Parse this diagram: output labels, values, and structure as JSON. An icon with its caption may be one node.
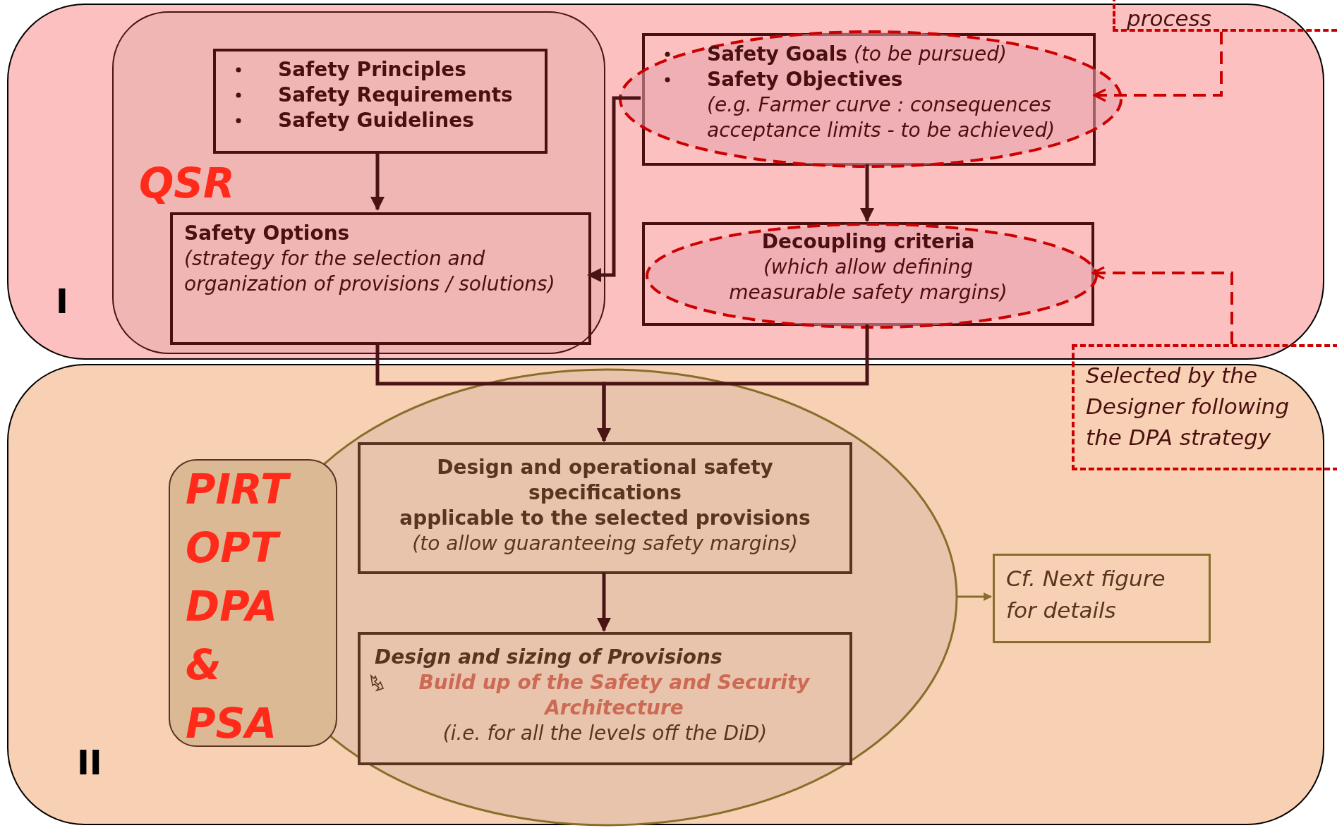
{
  "diagram": {
    "nodes": [
      {
        "text": [
          "I"
        ]
      },
      {
        "text": [
          "QSR"
        ],
        "in": 0
      },
      {
        "text": [
          "Safety Principles",
          "Safety Requirements",
          "Safety Guidelines"
        ],
        "in": 1
      },
      {
        "text": [
          "Safety Options",
          "(strategy for the selection and organization of provisions / solutions)"
        ],
        "in": 1
      },
      {
        "text": [
          "**Safety Goals** *(to be pursued)*",
          "Safety Objectives",
          "(e.g. Farmer curve : consequences acceptance limits - to be achieved)"
        ],
        "in": 0
      },
      {
        "text": [
          "process"
        ]
      },
      {
        "text": [
          "Decoupling criteria",
          "(which allow defining measurable safety margins)"
        ],
        "in": 0
      },
      {
        "text": [
          "Selected by the Designer following the DPA strategy"
        ]
      },
      {
        "text": [
          "II"
        ]
      },
      {
        "text": [
          "PIRT OPT DPA & PSA"
        ],
        "in": 8
      },
      {
        "text": [],
        "shape": "ellipse",
        "in": 8
      },
      {
        "text": [
          "Design and operational safety specifications",
          "applicable to the selected provisions",
          "(to allow guaranteeing safety margins)"
        ],
        "in": 10
      },
      {
        "text": [
          "Design and sizing of Provisions",
          "Build up of the Safety and Security Architecture",
          "(i.e. for all the levels off the DiD)"
        ],
        "in": 10
      },
      {
        "text": [
          "Cf. Next figure for details"
        ],
        "in": 8
      }
    ],
    "edges": [
      {
        "from": 2,
        "to": 3,
        "arrow": "to"
      },
      {
        "from": 4,
        "to": 3,
        "arrow": "to"
      },
      {
        "from": 4,
        "to": 6,
        "arrow": "to"
      },
      {
        "from": 5,
        "to": 4,
        "arrow": "to",
        "style": "dashed",
        "color": "#cc0000"
      },
      {
        "from": 7,
        "to": 6,
        "arrow": "to",
        "style": "dashed",
        "color": "#cc0000"
      },
      {
        "from": 3,
        "to": 11,
        "arrow": "to"
      },
      {
        "from": 6,
        "to": 11,
        "arrow": "to"
      },
      {
        "from": 11,
        "to": 12,
        "arrow": "to"
      },
      {
        "from": 10,
        "to": 13,
        "arrow": "to",
        "color": "#8a6d2a"
      }
    ]
  }
}
